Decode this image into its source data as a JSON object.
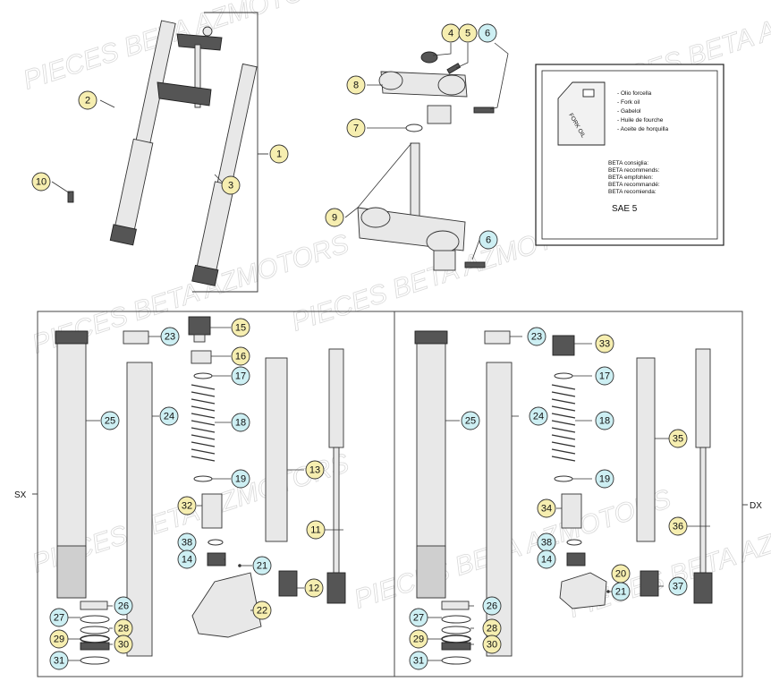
{
  "watermark": "PIECES BETA AZMOTORS",
  "side_labels": {
    "left": "SX",
    "right": "DX"
  },
  "oil_box": {
    "lines": [
      "- Olio forcella",
      "- Fork oil",
      "- Gabelol",
      "- Huile de fourche",
      "- Aceite de horquilla"
    ],
    "beta_lines": [
      "BETA consiglia:",
      "BETA recommends:",
      "BETA empfohlen:",
      "BETA recommandé:",
      "BETA recomienda:"
    ],
    "grade": "SAE 5",
    "can_label": "FORK OIL"
  },
  "callouts": {
    "top": [
      {
        "n": "1",
        "color": "#f6eeb0"
      },
      {
        "n": "2",
        "color": "#f6eeb0"
      },
      {
        "n": "3",
        "color": "#f6eeb0"
      },
      {
        "n": "4",
        "color": "#f6eeb0"
      },
      {
        "n": "5",
        "color": "#f6eeb0"
      },
      {
        "n": "6",
        "color": "#cdeff3"
      },
      {
        "n": "6",
        "color": "#cdeff3"
      },
      {
        "n": "7",
        "color": "#f6eeb0"
      },
      {
        "n": "8",
        "color": "#f6eeb0"
      },
      {
        "n": "9",
        "color": "#f6eeb0"
      },
      {
        "n": "10",
        "color": "#f6eeb0"
      }
    ],
    "left": [
      {
        "n": "23",
        "color": "#cdeff3"
      },
      {
        "n": "15",
        "color": "#f6eeb0"
      },
      {
        "n": "16",
        "color": "#f6eeb0"
      },
      {
        "n": "17",
        "color": "#cdeff3"
      },
      {
        "n": "18",
        "color": "#cdeff3"
      },
      {
        "n": "25",
        "color": "#cdeff3"
      },
      {
        "n": "24",
        "color": "#cdeff3"
      },
      {
        "n": "13",
        "color": "#f6eeb0"
      },
      {
        "n": "19",
        "color": "#cdeff3"
      },
      {
        "n": "32",
        "color": "#f6eeb0"
      },
      {
        "n": "11",
        "color": "#f6eeb0"
      },
      {
        "n": "38",
        "color": "#cdeff3"
      },
      {
        "n": "14",
        "color": "#cdeff3"
      },
      {
        "n": "21",
        "color": "#cdeff3"
      },
      {
        "n": "12",
        "color": "#f6eeb0"
      },
      {
        "n": "26",
        "color": "#cdeff3"
      },
      {
        "n": "27",
        "color": "#cdeff3"
      },
      {
        "n": "28",
        "color": "#f6eeb0"
      },
      {
        "n": "22",
        "color": "#f6eeb0"
      },
      {
        "n": "29",
        "color": "#f6eeb0"
      },
      {
        "n": "30",
        "color": "#f6eeb0"
      },
      {
        "n": "31",
        "color": "#cdeff3"
      }
    ],
    "right": [
      {
        "n": "23",
        "color": "#cdeff3"
      },
      {
        "n": "33",
        "color": "#f6eeb0"
      },
      {
        "n": "17",
        "color": "#cdeff3"
      },
      {
        "n": "25",
        "color": "#cdeff3"
      },
      {
        "n": "24",
        "color": "#cdeff3"
      },
      {
        "n": "18",
        "color": "#cdeff3"
      },
      {
        "n": "35",
        "color": "#f6eeb0"
      },
      {
        "n": "19",
        "color": "#cdeff3"
      },
      {
        "n": "34",
        "color": "#f6eeb0"
      },
      {
        "n": "36",
        "color": "#f6eeb0"
      },
      {
        "n": "38",
        "color": "#cdeff3"
      },
      {
        "n": "14",
        "color": "#cdeff3"
      },
      {
        "n": "20",
        "color": "#f6eeb0"
      },
      {
        "n": "37",
        "color": "#cdeff3"
      },
      {
        "n": "21",
        "color": "#cdeff3"
      },
      {
        "n": "26",
        "color": "#cdeff3"
      },
      {
        "n": "27",
        "color": "#cdeff3"
      },
      {
        "n": "28",
        "color": "#f6eeb0"
      },
      {
        "n": "29",
        "color": "#f6eeb0"
      },
      {
        "n": "30",
        "color": "#f6eeb0"
      },
      {
        "n": "31",
        "color": "#cdeff3"
      }
    ]
  }
}
